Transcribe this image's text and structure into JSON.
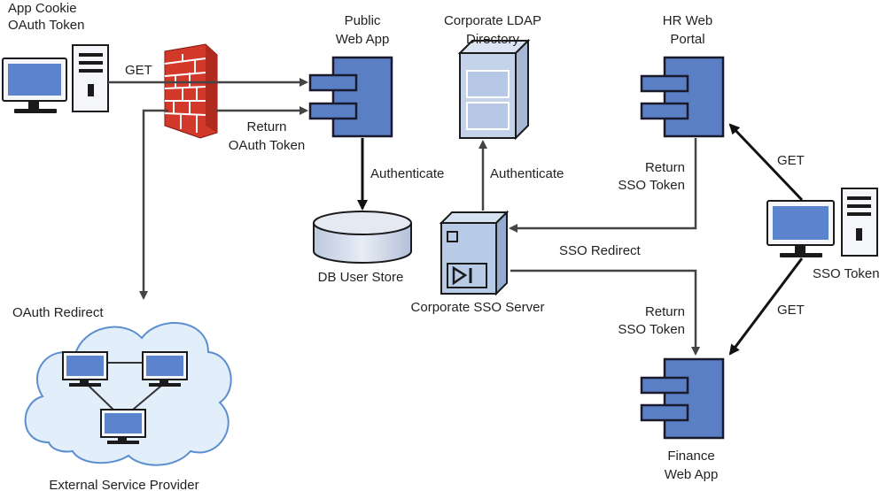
{
  "labels": {
    "app_cookie_line1": "App Cookie",
    "app_cookie_line2": "OAuth Token",
    "get_left": "GET",
    "return_oauth_line1": "Return",
    "return_oauth_line2": "OAuth Token",
    "public_webapp_line1": "Public",
    "public_webapp_line2": "Web App",
    "ldap_line1": "Corporate LDAP",
    "ldap_line2": "Directory",
    "hr_line1": "HR Web",
    "hr_line2": "Portal",
    "authenticate_db": "Authenticate",
    "authenticate_ldap": "Authenticate",
    "return_sso_top_line1": "Return",
    "return_sso_top_line2": "SSO Token",
    "get_top_right": "GET",
    "sso_redirect": "SSO Redirect",
    "db_user_store": "DB User Store",
    "sso_token": "SSO Token",
    "sso_server": "Corporate SSO Server",
    "oauth_redirect": "OAuth Redirect",
    "return_sso_bottom_line1": "Return",
    "return_sso_bottom_line2": "SSO Token",
    "get_bottom_right": "GET",
    "finance_line1": "Finance",
    "finance_line2": "Web App",
    "external_provider": "External Service Provider"
  },
  "colors": {
    "component_fill": "#5b7fc4",
    "component_stroke": "#1a1a2e",
    "arrow": "#444444",
    "cloud_fill": "#e3eefb",
    "cloud_stroke": "#5c8fd0",
    "firewall_red": "#d2392b",
    "server_fill": "#b7cae6",
    "monitor_screen": "#5b84cc"
  }
}
